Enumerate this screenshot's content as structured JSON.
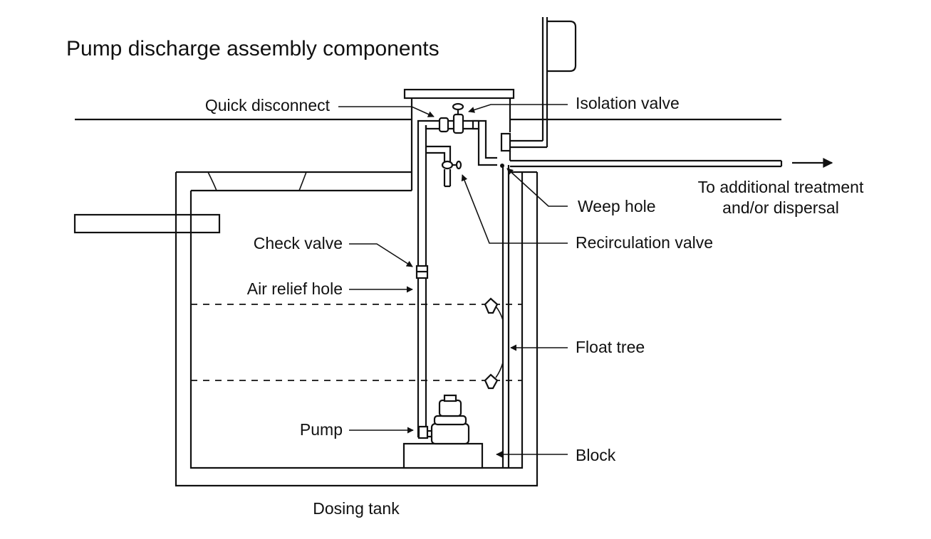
{
  "title": "Pump discharge assembly components",
  "labels": {
    "quick_disconnect": "Quick disconnect",
    "isolation_valve": "Isolation valve",
    "weep_hole": "Weep hole",
    "recirculation_valve": "Recirculation valve",
    "check_valve": "Check valve",
    "air_relief_hole": "Air relief hole",
    "float_tree": "Float tree",
    "pump": "Pump",
    "block": "Block",
    "to_additional_line1": "To additional treatment",
    "to_additional_line2": "and/or dispersal",
    "dosing_tank": "Dosing tank"
  },
  "colors": {
    "line": "#111111",
    "background": "#ffffff"
  },
  "icons": [
    "arrow-right-icon"
  ]
}
